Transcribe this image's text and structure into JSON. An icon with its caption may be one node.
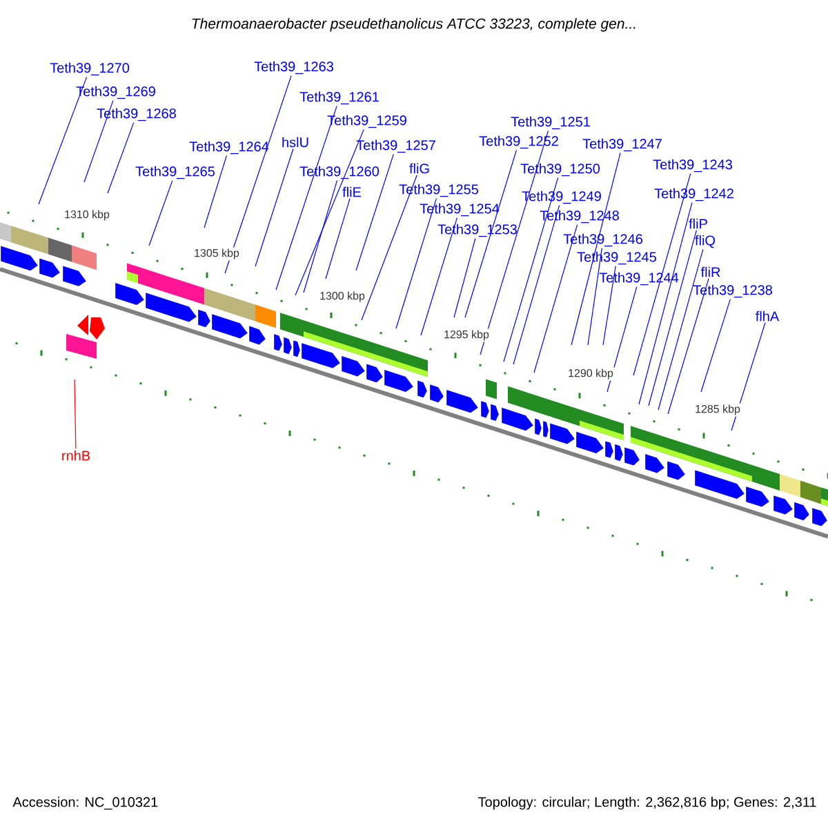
{
  "diagram": {
    "title": "Thermoanaerobacter pseudethanolicus ATCC 33223, complete gen...",
    "nodes": [
      {
        "text": [
          "Teth39_1270"
        ]
      },
      {
        "text": [
          "Teth39_1269"
        ]
      },
      {
        "text": [
          "Teth39_1268"
        ]
      },
      {
        "text": [
          "Teth39_1265"
        ]
      },
      {
        "text": [
          "Teth39_1264"
        ]
      },
      {
        "text": [
          "Teth39_1263"
        ]
      },
      {
        "text": [
          "hslU"
        ]
      },
      {
        "text": [
          "Teth39_1261"
        ]
      },
      {
        "text": [
          "Teth39_1260"
        ]
      },
      {
        "text": [
          "Teth39_1259"
        ]
      },
      {
        "text": [
          "fliE"
        ]
      },
      {
        "text": [
          "Teth39_1257"
        ]
      },
      {
        "text": [
          "fliG"
        ]
      },
      {
        "text": [
          "Teth39_1255"
        ]
      },
      {
        "text": [
          "Teth39_1254"
        ]
      },
      {
        "text": [
          "Teth39_1253"
        ]
      },
      {
        "text": [
          "Teth39_1252"
        ]
      },
      {
        "text": [
          "Teth39_1251"
        ]
      },
      {
        "text": [
          "Teth39_1250"
        ]
      },
      {
        "text": [
          "Teth39_1249"
        ]
      },
      {
        "text": [
          "Teth39_1248"
        ]
      },
      {
        "text": [
          "Teth39_1247"
        ]
      },
      {
        "text": [
          "Teth39_1246"
        ]
      },
      {
        "text": [
          "Teth39_1245"
        ]
      },
      {
        "text": [
          "Teth39_1244"
        ]
      },
      {
        "text": [
          "Teth39_1243"
        ]
      },
      {
        "text": [
          "Teth39_1242"
        ]
      },
      {
        "text": [
          "fliP"
        ]
      },
      {
        "text": [
          "fliQ"
        ]
      },
      {
        "text": [
          "fliR"
        ]
      },
      {
        "text": [
          "Teth39_1238"
        ]
      },
      {
        "text": [
          "flhA"
        ]
      },
      {
        "text": [
          "rnhB"
        ]
      }
    ],
    "edges": [
      {
        "from": 0,
        "to": null,
        "arrow": "none"
      },
      {
        "from": 1,
        "to": null,
        "arrow": "none"
      },
      {
        "from": 2,
        "to": null,
        "arrow": "none"
      },
      {
        "from": 3,
        "to": null,
        "arrow": "none"
      },
      {
        "from": 4,
        "to": null,
        "arrow": "none"
      },
      {
        "from": 5,
        "to": null,
        "arrow": "none"
      },
      {
        "from": 6,
        "to": null,
        "arrow": "none"
      },
      {
        "from": 7,
        "to": null,
        "arrow": "none"
      },
      {
        "from": 8,
        "to": null,
        "arrow": "none"
      },
      {
        "from": 9,
        "to": null,
        "arrow": "none"
      },
      {
        "from": 10,
        "to": null,
        "arrow": "none"
      },
      {
        "from": 11,
        "to": null,
        "arrow": "none"
      },
      {
        "from": 12,
        "to": null,
        "arrow": "none"
      },
      {
        "from": 13,
        "to": null,
        "arrow": "none"
      },
      {
        "from": 14,
        "to": null,
        "arrow": "none"
      },
      {
        "from": 15,
        "to": null,
        "arrow": "none"
      },
      {
        "from": 16,
        "to": null,
        "arrow": "none"
      },
      {
        "from": 17,
        "to": null,
        "arrow": "none"
      },
      {
        "from": 18,
        "to": null,
        "arrow": "none"
      },
      {
        "from": 19,
        "to": null,
        "arrow": "none"
      },
      {
        "from": 20,
        "to": null,
        "arrow": "none"
      },
      {
        "from": 21,
        "to": null,
        "arrow": "none"
      },
      {
        "from": 22,
        "to": null,
        "arrow": "none"
      },
      {
        "from": 23,
        "to": null,
        "arrow": "none"
      },
      {
        "from": 24,
        "to": null,
        "arrow": "none"
      },
      {
        "from": 25,
        "to": null,
        "arrow": "none"
      },
      {
        "from": 26,
        "to": null,
        "arrow": "none"
      },
      {
        "from": 27,
        "to": null,
        "arrow": "none"
      },
      {
        "from": 28,
        "to": null,
        "arrow": "none"
      },
      {
        "from": 29,
        "to": null,
        "arrow": "none"
      },
      {
        "from": 30,
        "to": null,
        "arrow": "none"
      },
      {
        "from": 31,
        "to": null,
        "arrow": "none"
      },
      {
        "from": 32,
        "to": null,
        "arrow": "none",
        "color": "#ff0000"
      }
    ],
    "labels": [
      "1310 kbp",
      "1305 kbp",
      "1300 kbp",
      "1295 kbp",
      "1290 kbp",
      "1285 kbp",
      "Accession: NC_010321",
      "Topology: circular; Length: 2,362,816 bp; Genes: 2,311"
    ]
  }
}
